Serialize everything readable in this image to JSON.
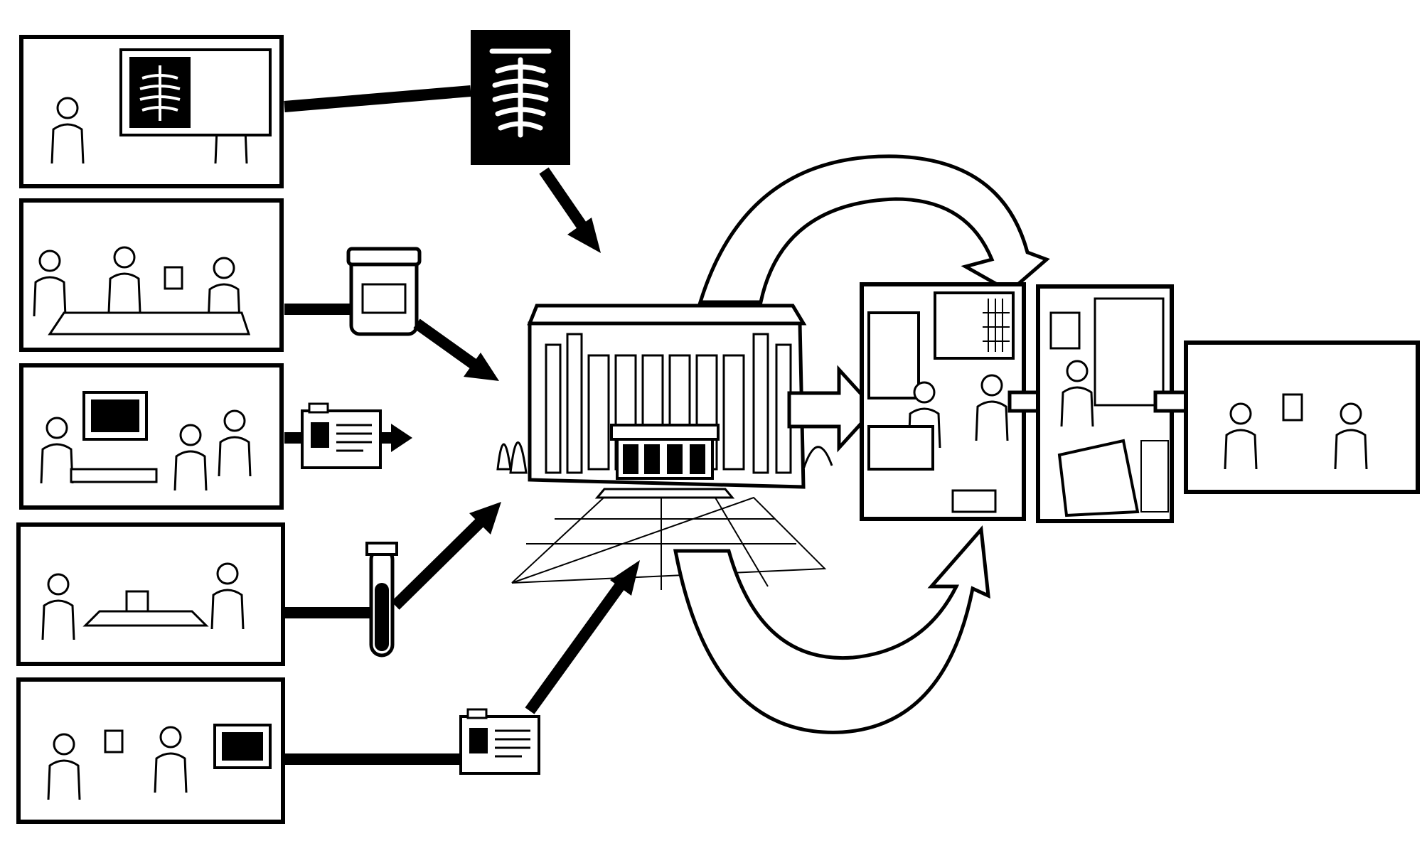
{
  "diagram": {
    "description_visible_text": "",
    "colors": {
      "ink": "#000000",
      "paper": "#ffffff"
    },
    "source_panels": [
      {
        "id": "xray-visit",
        "icon": "chest-xray-icon"
      },
      {
        "id": "bedside-visit",
        "icon": "specimen-jar-icon"
      },
      {
        "id": "computer-records-visit",
        "icon": "record-card-icon"
      },
      {
        "id": "lab-blood-draw",
        "icon": "test-tube-icon"
      },
      {
        "id": "pharmacy-visit",
        "icon": "record-card-icon"
      }
    ],
    "hub": {
      "icon": "hospital-building-icon"
    },
    "output_panels": [
      {
        "id": "data-analysis",
        "icon": "analysis-panel-icon"
      },
      {
        "id": "presentation",
        "icon": "lecture-panel-icon"
      },
      {
        "id": "prescription",
        "icon": "prescription-panel-icon"
      }
    ]
  }
}
